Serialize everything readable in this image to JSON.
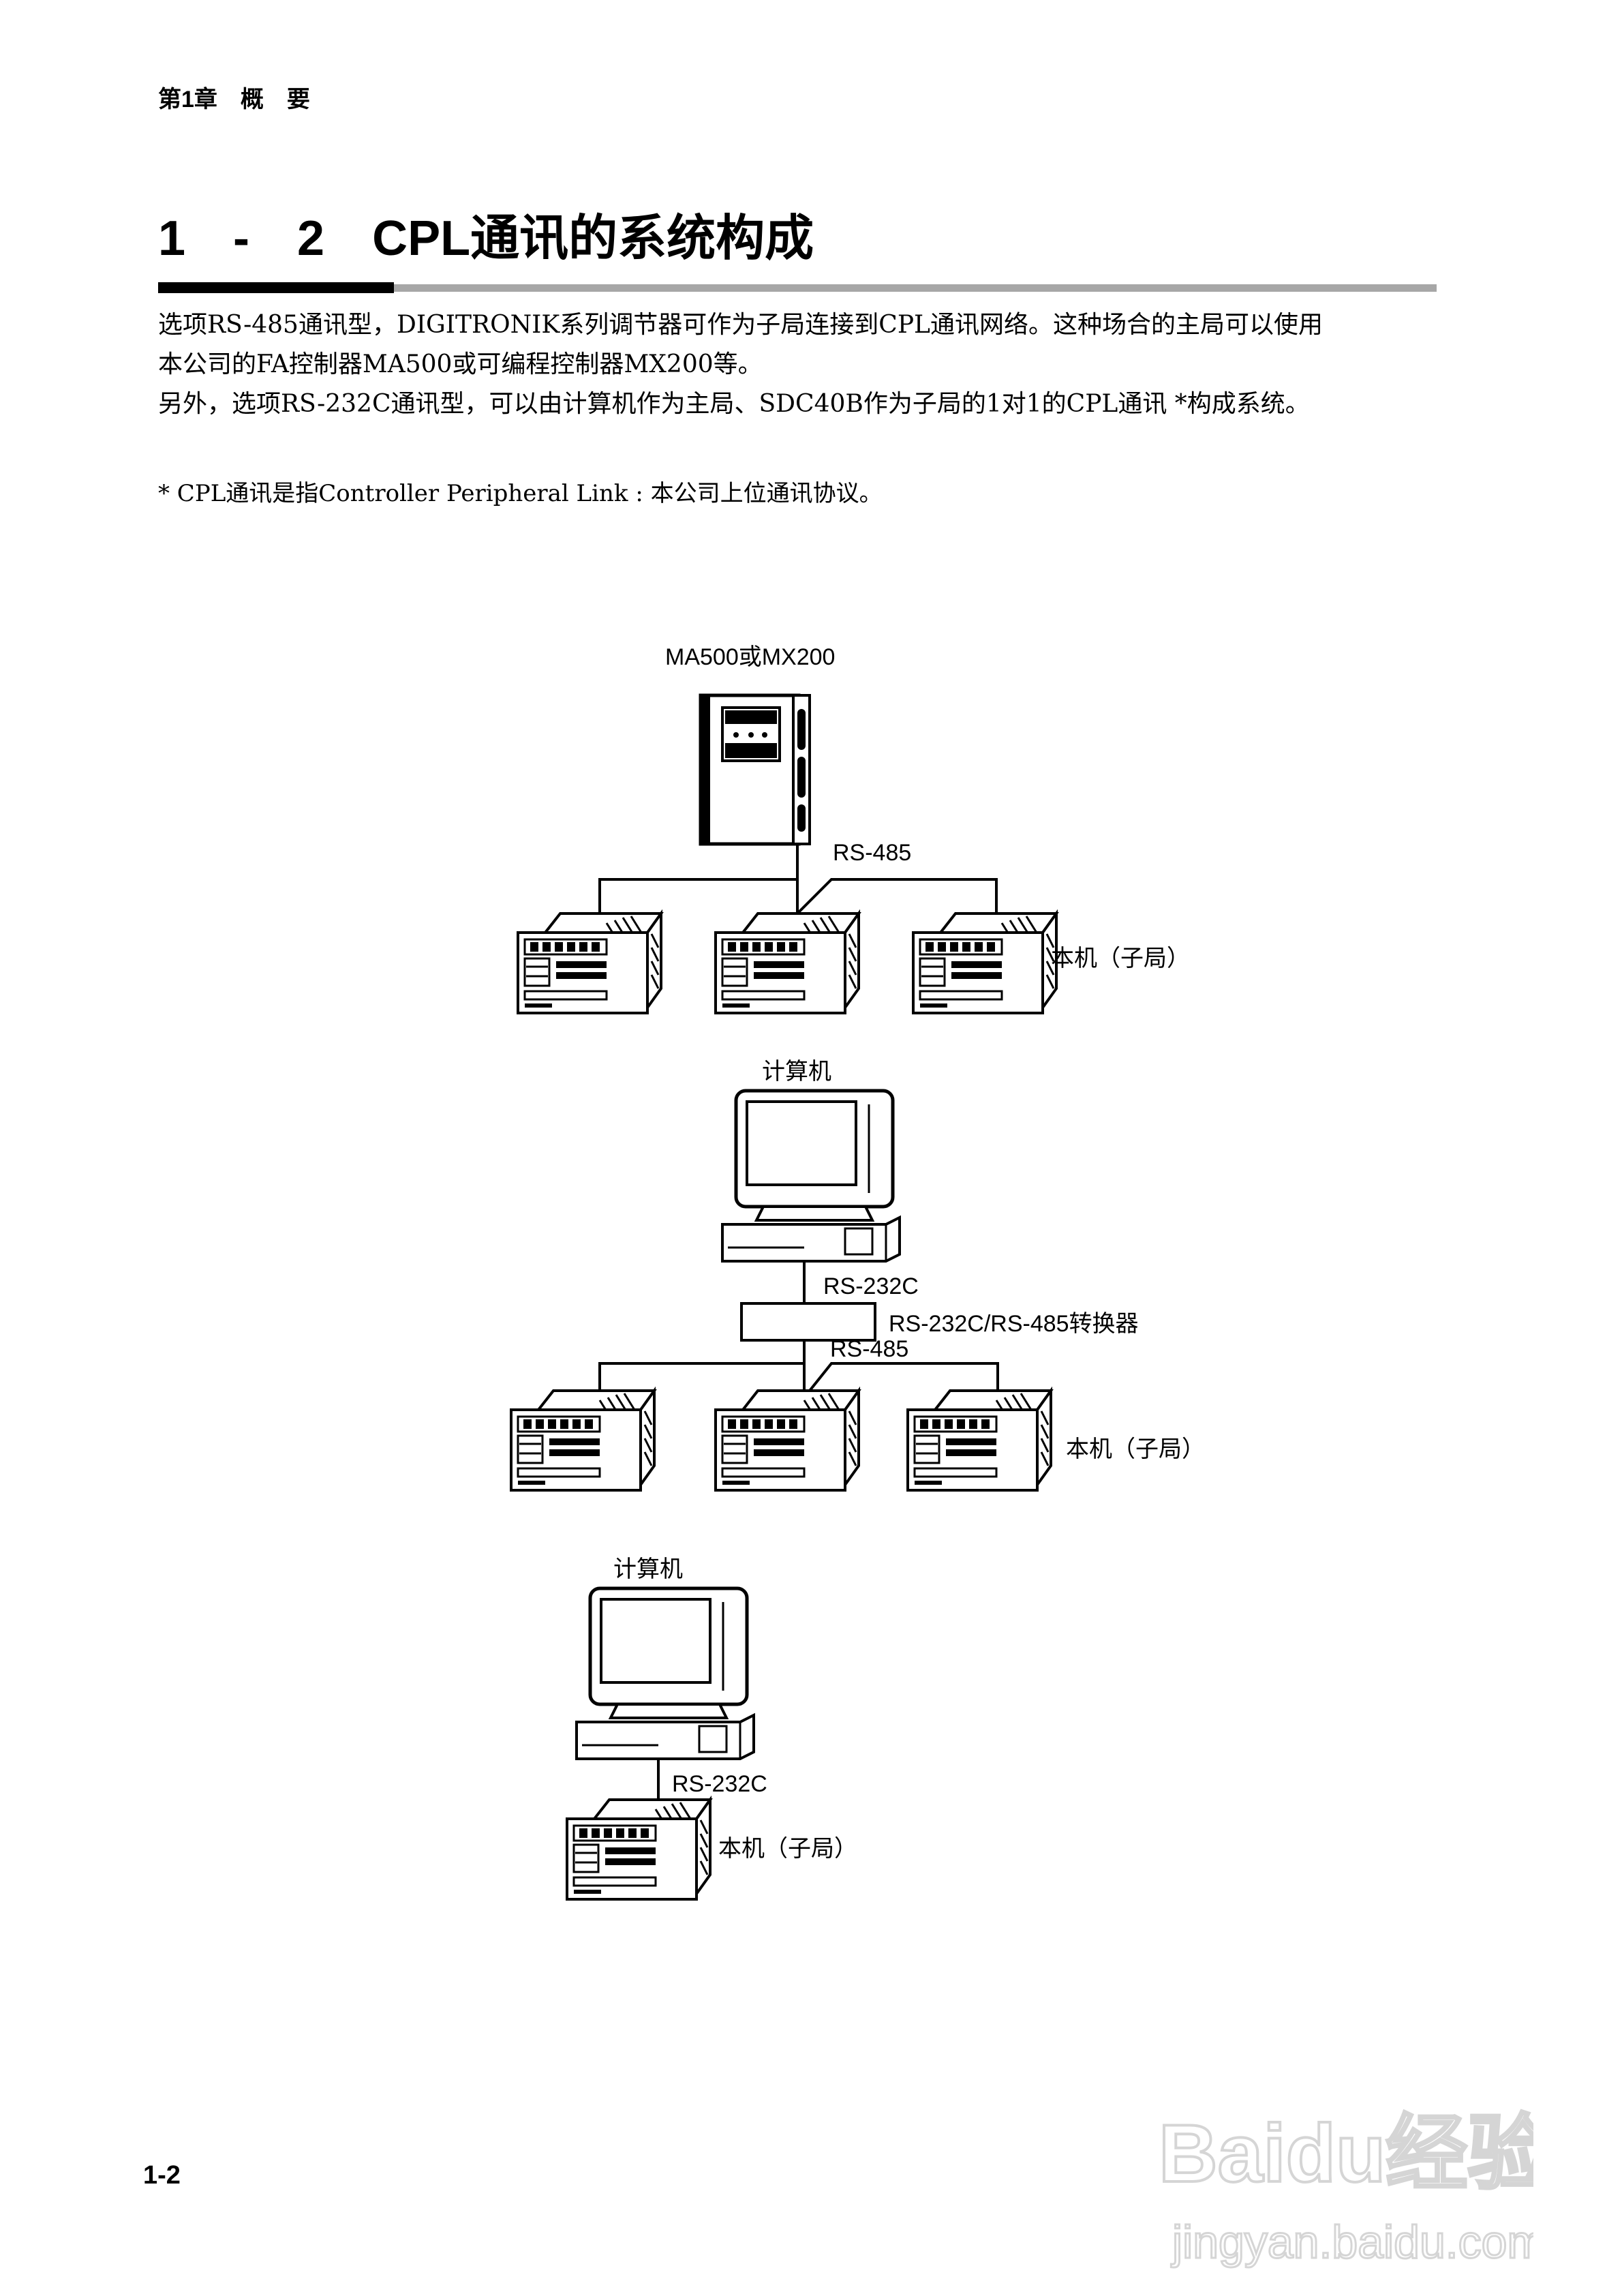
{
  "header": {
    "chapter": "第1章　概　要"
  },
  "section": {
    "number_major": "1",
    "dash": "-",
    "number_minor": "2",
    "title_text": "CPL通讯的系统构成"
  },
  "body": {
    "para1_line1": "选项RS-485通讯型，DIGITRONIK系列调节器可作为子局连接到CPL通讯网络。这种场合的主局可以使用",
    "para1_line2": "本公司的FA控制器MA500或可编程控制器MX200等。",
    "para2": "另外，选项RS-232C通讯型，可以由计算机作为主局、SDC40B作为子局的1对1的CPL通讯 *构成系统。",
    "note": "* CPL通讯是指Controller Peripheral Link : 本公司上位通讯协议。"
  },
  "diagram1": {
    "master_label": "MA500或MX200",
    "bus_label": "RS-485",
    "slave_label": "本机（子局）"
  },
  "diagram2": {
    "computer_label": "计算机",
    "link_label": "RS-232C",
    "converter_label": "RS-232C/RS-485转换器",
    "bus_label": "RS-485",
    "slave_label": "本机（子局）"
  },
  "diagram3": {
    "computer_label": "计算机",
    "link_label": "RS-232C",
    "slave_label": "本机（子局）"
  },
  "footer": {
    "page_number": "1-2"
  },
  "watermark": {
    "brand": "Baidu经验",
    "url": "jingyan.baidu.com"
  }
}
